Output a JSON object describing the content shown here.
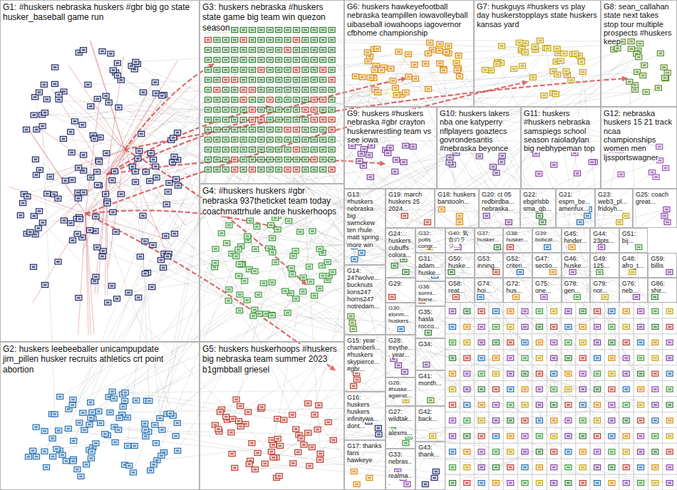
{
  "diagram": {
    "nodes": [
      {
        "text": [
          "G1: #huskers nebraska huskers #gbr big go state husker_baseball game run"
        ]
      },
      {
        "text": [
          "G3: huskers nebraska #huskers state game big team win quezon season"
        ]
      },
      {
        "text": [
          "G6: huskers hawkeyefootball nebraska teampillen iowavolleyball uibaseball iowahoops iagovernor cfbhome championship"
        ]
      },
      {
        "text": [
          "G7: huskguys #huskers vs play day huskerstopplays state huskers kansas yard"
        ]
      },
      {
        "text": [
          "G8: sean_callahan state next takes stop tour multiple prospects #huskers keep"
        ]
      },
      {
        "text": [
          "G4: #huskers huskers #gbr nebraska 937theticket team today coachmattrhule andre huskerhoops"
        ]
      },
      {
        "text": [
          "G9: huskers #huskers nebraska #gbr crayton huskerwrestling team vs see iowa"
        ]
      },
      {
        "text": [
          "G10: huskers lakers nba one katyperry nflplayers goaztecs govrondesantis #nebraska beyonce"
        ]
      },
      {
        "text": [
          "G11: huskers #huskers nebraska samspiegs school season raioladylan big nebhypeman top"
        ]
      },
      {
        "text": [
          "G12: nebraska huskers 15 21 track ncaa championships women men ljssportswagner"
        ]
      },
      {
        "text": [
          "G13: #huskers nebraska big swmckew ten rhule matt spring more win"
        ]
      },
      {
        "text": [
          "G19: march huskers 25 2024..."
        ]
      },
      {
        "text": [
          "G18: huskers barstooln..."
        ]
      },
      {
        "text": [
          "G20: ct 05 redbirdba... nebraska..."
        ]
      },
      {
        "text": [
          "G22: ebgirlsbb sma_qb..."
        ]
      },
      {
        "text": [
          "G21: espm_be... amerifux..."
        ]
      },
      {
        "text": [
          "G23: web3_pl... fridoyh..."
        ]
      },
      {
        "text": [
          "G25: coach great..."
        ]
      },
      {
        "text": [
          "G14: 247wolve... bucknuts lions247 horns247 notredam..."
        ]
      },
      {
        "text": [
          "G15: year chamberli... #huskers skypierce... #gbr..."
        ]
      },
      {
        "text": [
          "G16: huskers huskers infinitywa... dont..."
        ]
      },
      {
        "text": [
          "G17: thanks fans hawkeye"
        ]
      },
      {
        "text": [
          "G24: huskers cubuffs colora..."
        ]
      },
      {
        "text": [
          "G29:"
        ]
      },
      {
        "text": [
          "G30: elonm... huskers..."
        ]
      },
      {
        "text": [
          "G28: treythe... year..."
        ]
      },
      {
        "text": [
          "G26: #huske... against..."
        ]
      },
      {
        "text": [
          "G27: wildtak... alexmi..."
        ]
      },
      {
        "text": [
          "G33: nebras... realma..."
        ]
      },
      {
        "text": [
          "G32: potts congr..."
        ]
      },
      {
        "text": [
          "G31: adam... huske..."
        ]
      },
      {
        "text": [
          "G36: sonni... foxne..."
        ]
      },
      {
        "text": [
          "G35: hasla rocco..."
        ]
      },
      {
        "text": [
          "G34:"
        ]
      },
      {
        "text": [
          "G41: month..."
        ]
      },
      {
        "text": [
          "G42: back..."
        ]
      },
      {
        "text": [
          "G43: thank..."
        ]
      },
      {
        "text": [
          "G40: 気合のラジ..."
        ]
      },
      {
        "text": [
          "G37: husker..."
        ]
      },
      {
        "text": [
          "G38: husker..."
        ]
      },
      {
        "text": [
          "G39: bobcat..."
        ]
      },
      {
        "text": [
          "G45: hinder..."
        ]
      },
      {
        "text": [
          "G44: 23pts..."
        ]
      },
      {
        "text": [
          "G51: bij..."
        ]
      },
      {
        "text": [
          "G50: huske..."
        ]
      },
      {
        "text": [
          "G53: inning..."
        ]
      },
      {
        "text": [
          "G52: criteri..."
        ]
      },
      {
        "text": [
          "G47: sectio..."
        ]
      },
      {
        "text": [
          "G46: huske..."
        ]
      },
      {
        "text": [
          "G49: 125..."
        ]
      },
      {
        "text": [
          "G48: afro_t..."
        ]
      },
      {
        "text": [
          "G59: billis"
        ]
      },
      {
        "text": [
          "G58: reat..."
        ]
      },
      {
        "text": [
          "G74: hoi..."
        ]
      },
      {
        "text": [
          "G72: hus..."
        ]
      },
      {
        "text": [
          "G75: one..."
        ]
      },
      {
        "text": [
          "G78: gen..."
        ]
      },
      {
        "text": [
          "G79: nor..."
        ]
      },
      {
        "text": [
          "G76: neb..."
        ]
      },
      {
        "text": [
          "G86: shir..."
        ]
      },
      {
        "text": [
          "G2: huskers leebeeballer unicampupdate jim_pillen husker recruits athletics crt point abortion"
        ]
      },
      {
        "text": [
          "G5: huskers huskerhoops #huskers big nebraska team summer 2023 b1gmbball griesel"
        ]
      }
    ]
  }
}
